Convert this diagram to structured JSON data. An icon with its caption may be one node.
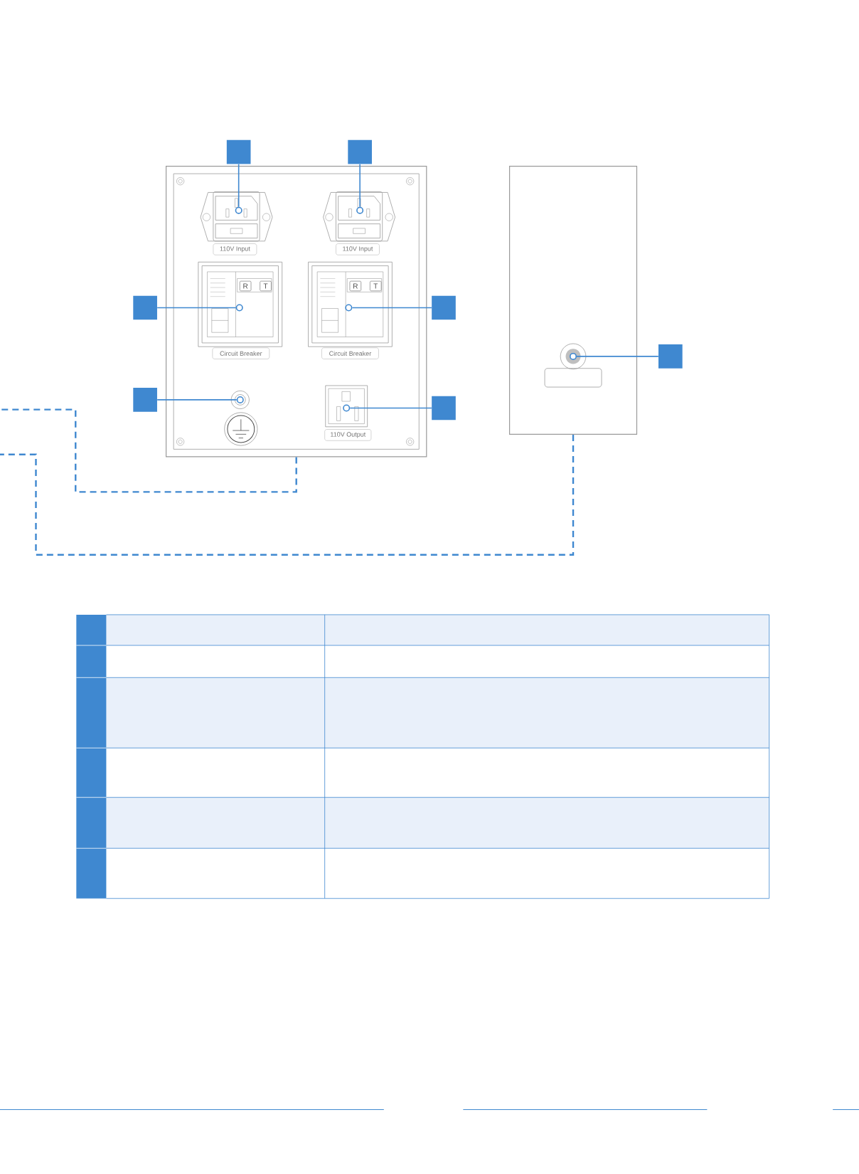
{
  "diagram": {
    "nodes": [
      {
        "text": [],
        "shape": "box"
      },
      {
        "text": [],
        "shape": "box"
      },
      {
        "text": [],
        "shape": "box"
      },
      {
        "text": [],
        "shape": "box"
      },
      {
        "text": [],
        "shape": "box"
      },
      {
        "text": [],
        "shape": "box"
      },
      {
        "text": [],
        "shape": "box"
      },
      {
        "text": [],
        "shape": "box"
      },
      {
        "text": [],
        "shape": "box"
      },
      {
        "text": [],
        "shape": "circle",
        "in": 0
      },
      {
        "text": [],
        "shape": "circle",
        "in": 0
      },
      {
        "text": [],
        "shape": "circle",
        "in": 0
      },
      {
        "text": [],
        "shape": "circle",
        "in": 0
      },
      {
        "text": [],
        "shape": "circle",
        "in": 0
      },
      {
        "text": [],
        "shape": "circle",
        "in": 0
      },
      {
        "text": [],
        "shape": "circle",
        "in": 1
      }
    ],
    "edges": [
      {
        "from": 2,
        "to": 9,
        "arrow": "none"
      },
      {
        "from": 3,
        "to": 10,
        "arrow": "none"
      },
      {
        "from": 4,
        "to": 11,
        "arrow": "none"
      },
      {
        "from": 5,
        "to": 12,
        "arrow": "none"
      },
      {
        "from": 6,
        "to": 13,
        "arrow": "none"
      },
      {
        "from": 7,
        "to": 14,
        "arrow": "none"
      },
      {
        "from": 8,
        "to": 15,
        "arrow": "none"
      },
      {
        "from": 0,
        "to": null,
        "arrow": "none",
        "style": "dashed"
      },
      {
        "from": 1,
        "to": null,
        "arrow": "none",
        "style": "dashed"
      }
    ],
    "labels": [
      "110V Input",
      "110V Input",
      "R",
      "T",
      "R",
      "T",
      "Circuit Breaker",
      "Circuit Breaker",
      "110V Output"
    ]
  }
}
